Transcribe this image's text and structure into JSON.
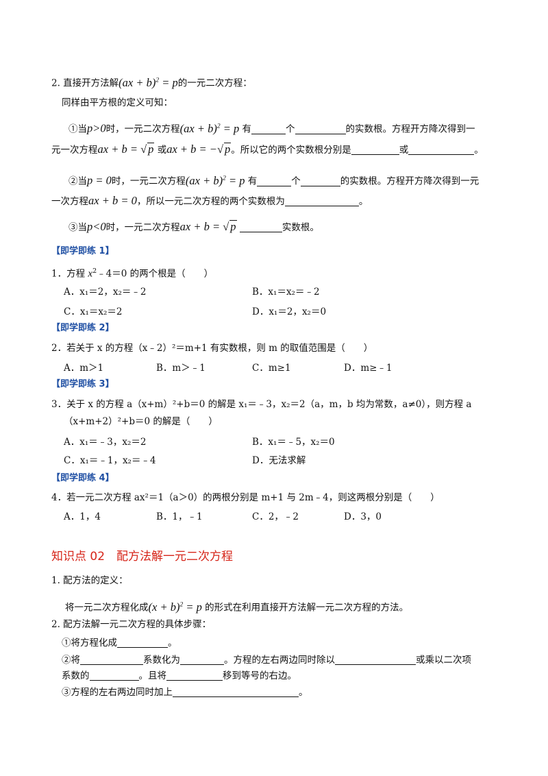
{
  "sec1": {
    "item2": {
      "prefix": "2. 直接开方法解",
      "eq_paren": "(ax + b)",
      "eq_exp": "2",
      "eq_rhs": " = p",
      "suffix": "的一元二次方程："
    },
    "intro": "同样由平方根的定义可知：",
    "c1": {
      "a": "①当",
      "cond": "p>0",
      "b": "时，一元二次方程",
      "eq": "(ax + b)",
      "eq_exp": "2",
      "eq_rhs": " = p",
      "c": "有",
      "d": "个",
      "e": "的实数根。方程开方降次得到一",
      "l2a": "元一次方程",
      "l2eq1": "ax + b = ",
      "sqrt_var": "p",
      "l2or": "或",
      "l2eq2": "ax + b = −",
      "l2b": "。所以它的两个实数根分别是",
      "l2c": "或",
      "l2d": "。"
    },
    "c2": {
      "a": "②当",
      "cond": "p = 0",
      "b": "时，一元二次方程",
      "eq": "(ax + b)",
      "eq_exp": "2",
      "eq_rhs": " = p",
      "c": "有",
      "d": "个",
      "e": "的实数根。方程开方降次得到一元",
      "l2a": "一次方程",
      "l2eq": "ax + b = 0",
      "l2b": "，所以一元二次方程的两个实数根为",
      "l2c": "。"
    },
    "c3": {
      "a": "③当",
      "cond": "p<0",
      "b": "时，一元二次方程",
      "eq": "ax + b = ",
      "sqrt_var": "p",
      "c": "实数根。"
    }
  },
  "practice": [
    {
      "tag": "【即学即练 1】",
      "stem_a": "1．方程 ",
      "stem_x": "x",
      "stem_exp": "2",
      "stem_b": "﹣4＝0 的两个根是（　　）",
      "options": [
        "A．x₁＝2，x₂＝﹣2",
        "B．x₁＝x₂＝﹣2",
        "C．x₁＝x₂＝2",
        "D．x₁＝2，x₂＝0"
      ]
    },
    {
      "tag": "【即学即练 2】",
      "stem": "2．若关于 x 的方程（x﹣2）²＝m+1 有实数根，则 m 的取值范围是（　　）",
      "options": [
        "A．m＞1",
        "B．m＞﹣1",
        "C．m≥1",
        "D．m≥﹣1"
      ]
    },
    {
      "tag": "【即学即练 3】",
      "stem_l1": "3．关于 x 的方程 a（x+m）²+b＝0 的解是 x₁＝﹣3，x₂＝2（a，m，b 均为常数，a≠0），则方程 a",
      "stem_l2": "（x+m+2）²+b＝0 的解是（　　）",
      "options": [
        "A．x₁＝﹣3，x₂＝2",
        "B．x₁＝﹣5，x₂＝0",
        "C．x₁＝﹣1，x₂＝﹣4",
        "D．无法求解"
      ]
    },
    {
      "tag": "【即学即练 4】",
      "stem": "4．若一元二次方程 ax²＝1（a＞0）的两根分别是 m+1 与 2m﹣4，则这两根分别是（　　）",
      "options": [
        "A．1，4",
        "B．1，﹣1",
        "C．2，﹣2",
        "D．3，0"
      ]
    }
  ],
  "sec2": {
    "heading": "知识点 02　配方法解一元二次方程",
    "def_title": "1. 配方法的定义：",
    "def_a": "将一元二次方程化成",
    "def_eq": "(x + b)",
    "def_exp": "2",
    "def_rhs": " = p",
    "def_b": "的形式在利用直接开方法解一元二次方程的方法。",
    "steps_title": "2. 配方法解一元二次方程的具体步骤：",
    "s1_a": "①将方程化成",
    "s1_b": "。",
    "s2_a": "②将",
    "s2_b": "系数化为",
    "s2_c": "。方程的左右两边同时除以",
    "s2_d": "或乘以二次项",
    "s2_l2a": "系数的",
    "s2_l2b": "。且将",
    "s2_l2c": "移到等号的右边。",
    "s3_a": "③方程的左右两边同时加上",
    "s3_b": "。"
  }
}
